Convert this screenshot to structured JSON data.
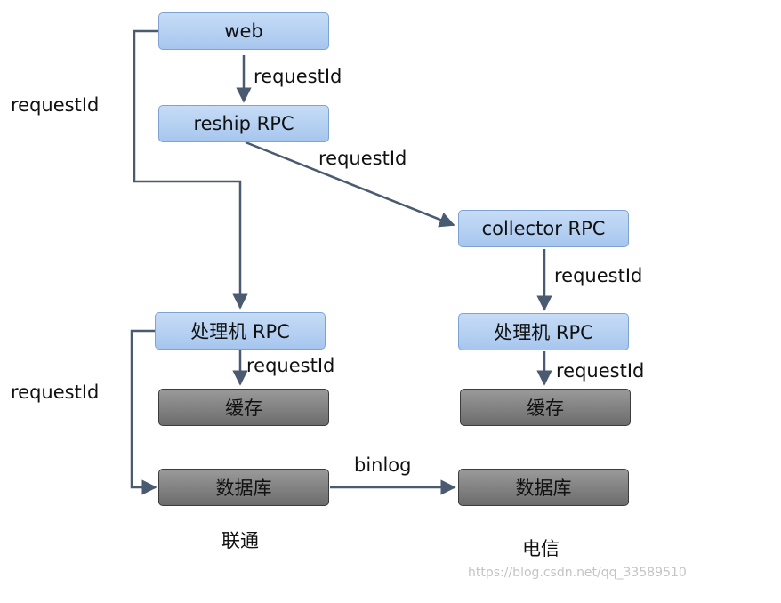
{
  "nodes": {
    "web": "web",
    "reship_rpc": "reship RPC",
    "collector_rpc": "collector RPC",
    "processor_rpc_left": "处理机 RPC",
    "processor_rpc_right": "处理机 RPC",
    "cache_left": "缓存",
    "cache_right": "缓存",
    "database_left": "数据库",
    "database_right": "数据库"
  },
  "edge_labels": {
    "web_to_reship": "requestId",
    "web_to_processor_left": "requestId",
    "reship_to_collector": "requestId",
    "collector_to_processor_right": "requestId",
    "processor_left_to_cache": "requestId",
    "processor_right_to_cache": "requestId",
    "processor_left_to_database": "requestId",
    "database_binlog": "binlog"
  },
  "regions": {
    "left": "联通",
    "right": "电信"
  },
  "watermark": "https://blog.csdn.net/qq_33589510",
  "colors": {
    "node_blue": "#b3cff2",
    "node_gray": "#808080",
    "arrow": "#4a5a70"
  }
}
